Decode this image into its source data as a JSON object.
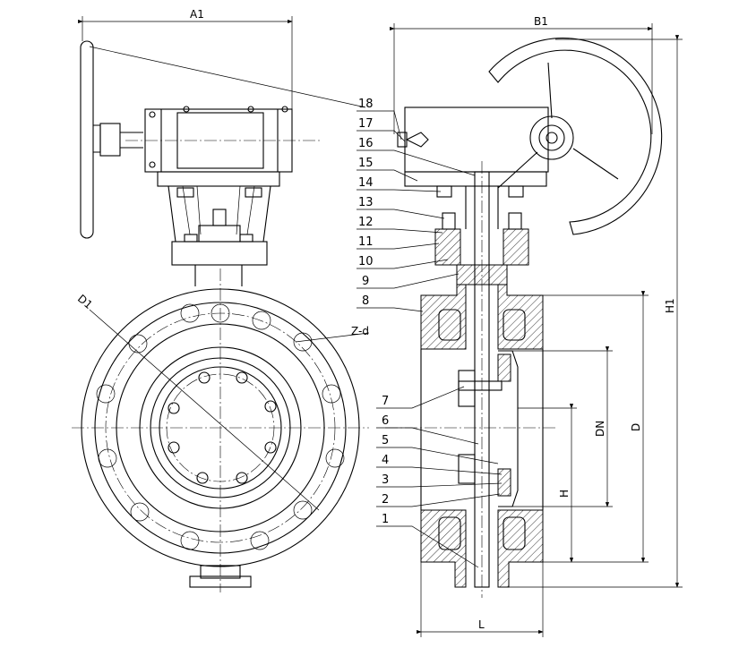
{
  "dimensions": {
    "A1": "A1",
    "B1": "B1",
    "H1": "H1",
    "D": "D",
    "DN": "DN",
    "H": "H",
    "L": "L",
    "D1": "D1",
    "Zd": "Z-d"
  },
  "part_numbers": [
    "18",
    "17",
    "16",
    "15",
    "14",
    "13",
    "12",
    "11",
    "10",
    "9",
    "8",
    "7",
    "6",
    "5",
    "4",
    "3",
    "2",
    "1"
  ]
}
